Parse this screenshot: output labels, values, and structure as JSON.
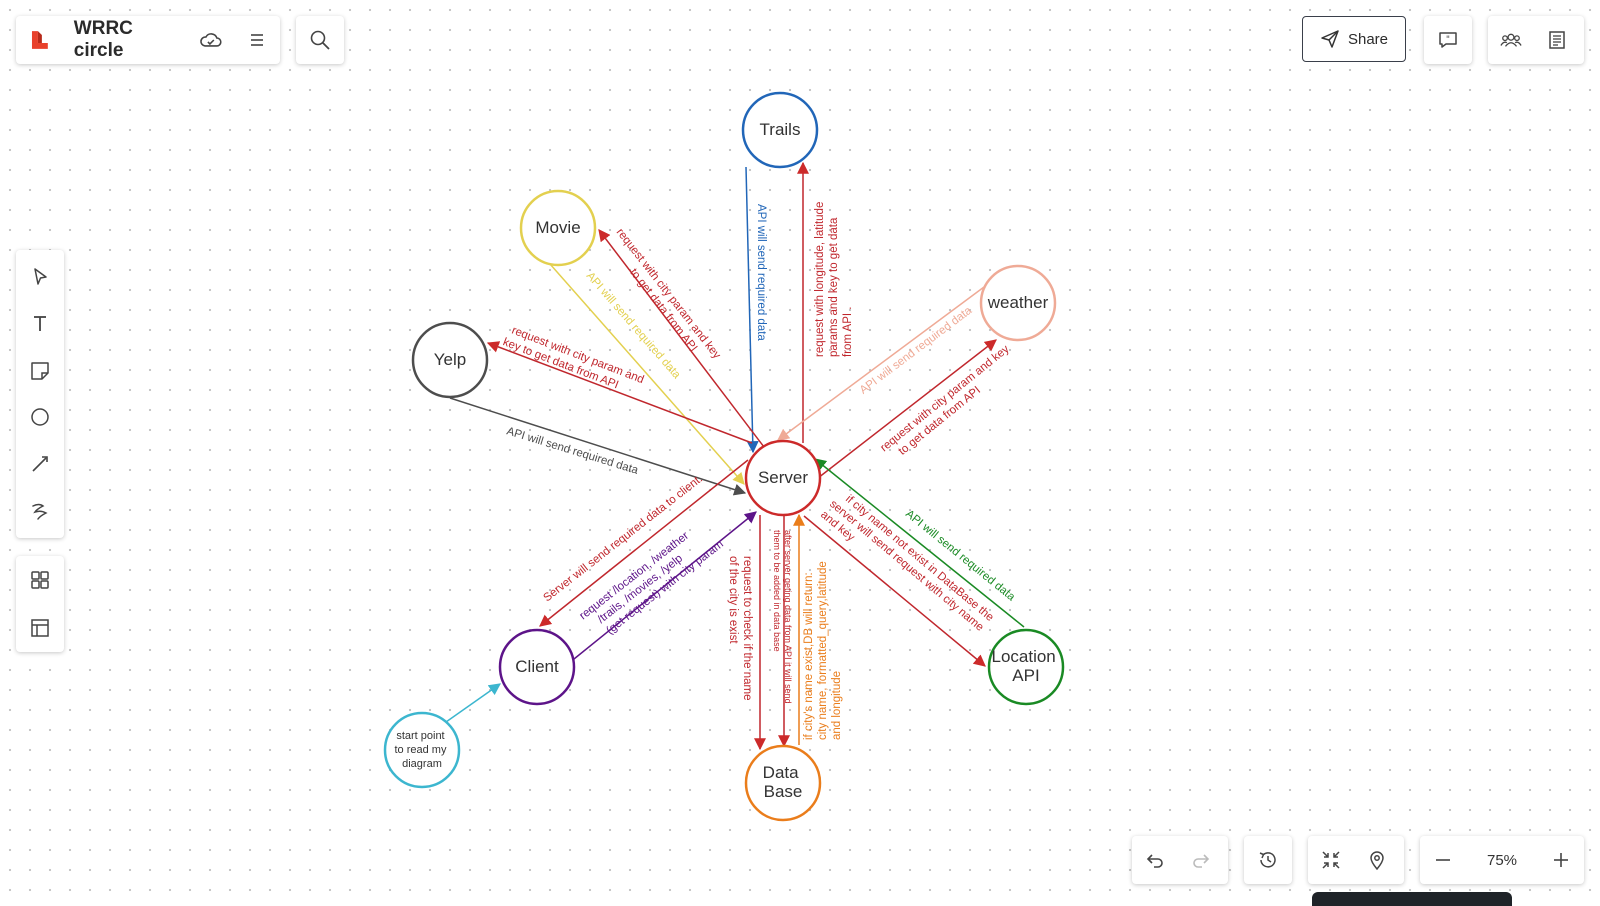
{
  "header": {
    "title": "WRRC circle",
    "share_label": "Share",
    "icons": [
      "logo-icon",
      "cloud-saved-icon",
      "menu-icon",
      "search-icon",
      "send-icon",
      "comment-icon",
      "collaborators-icon",
      "notes-icon"
    ]
  },
  "toolbar": {
    "tools": [
      "select-tool",
      "text-tool",
      "sticky-note-tool",
      "shape-tool",
      "line-tool",
      "pen-tool",
      "templates-tool",
      "frame-tool"
    ]
  },
  "footer": {
    "zoom": "75%",
    "icons": [
      "undo-icon",
      "redo-icon",
      "history-icon",
      "fit-screen-icon",
      "location-pin-icon",
      "zoom-out-icon",
      "zoom-in-icon"
    ]
  },
  "colors": {
    "server": "#cc2a2a",
    "trails": "#2166b8",
    "movie": "#e3d04f",
    "weather": "#efaa96",
    "yelp": "#4d4d4d",
    "client": "#5d1489",
    "start": "#3cb6cf",
    "database": "#ea7d1b",
    "location": "#1a8a24",
    "request": "#c0272d"
  },
  "diagram": {
    "nodes": {
      "trails": "Trails",
      "movie": "Movie",
      "weather": "weather",
      "yelp": "Yelp",
      "server": "Server",
      "client": "Client",
      "start": [
        "start point",
        "to read my",
        "diagram"
      ],
      "database": [
        "Data",
        "Base"
      ],
      "location": [
        "Location",
        "API"
      ]
    },
    "edges": {
      "trails_resp": "API will send required data",
      "trails_req": [
        "request with longitude, latitude",
        "params and key to get data",
        "from API ."
      ],
      "movie_req": [
        "request with city param and key",
        "to get data from API"
      ],
      "movie_resp": "API will send required data",
      "weather_resp": "API will send required data",
      "weather_req": [
        "request with city param and key",
        "to get data from API"
      ],
      "yelp_req": [
        "request with city param and",
        "key to get data from API"
      ],
      "yelp_resp": "API will send required data",
      "server_client": "Server will send required data to client.",
      "client_server": [
        "request /location, /weather",
        "/trails, /movies, /yelp",
        "(get request) with city param"
      ],
      "db_check": [
        "request to check if the name",
        "of the city is exist"
      ],
      "db_add": [
        "after server geting data from API it will send",
        "them to be added in data base"
      ],
      "db_return": [
        "if city's name exist,DB will return:",
        "city name, formatted_query,latitude",
        "and longitude"
      ],
      "location_req": [
        "if city name not exist in DataBase the",
        "server will send request with city name",
        "and key"
      ],
      "location_resp": "API will send required data"
    }
  }
}
